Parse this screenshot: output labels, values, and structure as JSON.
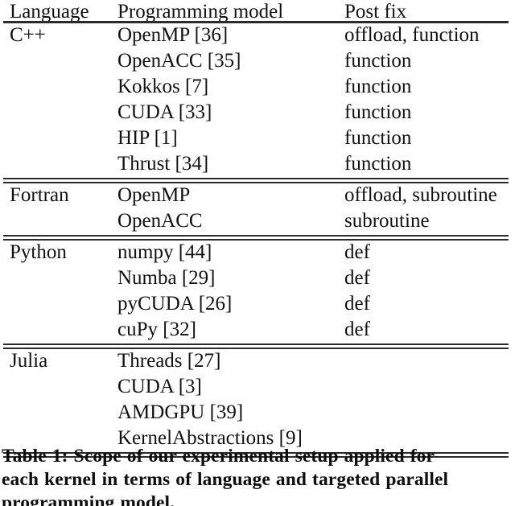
{
  "table": {
    "columns": [
      "Language",
      "Programming model",
      "Post fix"
    ],
    "groups": [
      {
        "language": "C++",
        "rows": [
          {
            "model": "OpenMP [36]",
            "postfix": "offload, function"
          },
          {
            "model": "OpenACC [35]",
            "postfix": "function"
          },
          {
            "model": "Kokkos [7]",
            "postfix": "function"
          },
          {
            "model": "CUDA [33]",
            "postfix": "function"
          },
          {
            "model": "HIP [1]",
            "postfix": "function"
          },
          {
            "model": "Thrust [34]",
            "postfix": "function"
          }
        ]
      },
      {
        "language": "Fortran",
        "rows": [
          {
            "model": "OpenMP",
            "postfix": "offload, subroutine"
          },
          {
            "model": "OpenACC",
            "postfix": "subroutine"
          }
        ]
      },
      {
        "language": "Python",
        "rows": [
          {
            "model": "numpy [44]",
            "postfix": "def"
          },
          {
            "model": "Numba [29]",
            "postfix": "def"
          },
          {
            "model": "pyCUDA [26]",
            "postfix": "def"
          },
          {
            "model": "cuPy [32]",
            "postfix": "def"
          }
        ]
      },
      {
        "language": "Julia",
        "rows": [
          {
            "model": "Threads [27]",
            "postfix": ""
          },
          {
            "model": "CUDA [3]",
            "postfix": ""
          },
          {
            "model": "AMDGPU [39]",
            "postfix": ""
          },
          {
            "model": "KernelAbstractions [9]",
            "postfix": ""
          }
        ]
      }
    ]
  },
  "caption": {
    "line1": "Table 1: Scope of our experimental setup applied for",
    "line2": "each kernel in terms of language and targeted parallel",
    "line3": "programming model."
  },
  "colors": {
    "text": "#111111",
    "rule": "#2b2b2b",
    "background": "#ffffff"
  }
}
